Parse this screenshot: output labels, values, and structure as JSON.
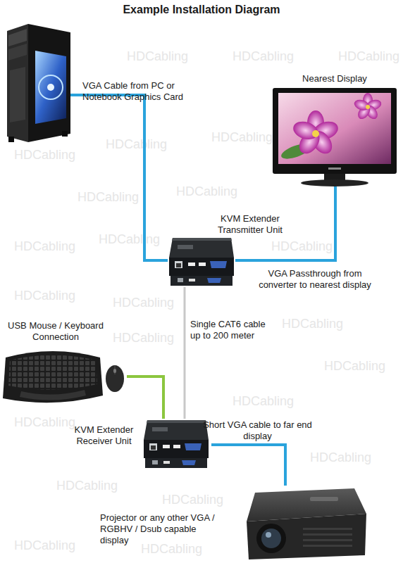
{
  "diagram": {
    "title": "Example Installation Diagram",
    "nodes": [
      {
        "text": []
      },
      {
        "text": [
          "Nearest Display"
        ]
      },
      {
        "text": [
          "KVM Extender Transmitter Unit"
        ]
      },
      {
        "text": [
          "USB Mouse / Keyboard Connection"
        ]
      },
      {
        "text": [
          "KVM Extender Receiver Unit"
        ]
      },
      {
        "text": [
          "Projector or any other VGA / RGBHV / Dsub capable display"
        ]
      }
    ],
    "edges": [
      {
        "from": 0,
        "to": 2,
        "arrow": "none",
        "label": "VGA Cable from PC or Notebook Graphics Card"
      },
      {
        "from": 2,
        "to": 1,
        "arrow": "none",
        "label": "VGA Passthrough from converter to nearest display"
      },
      {
        "from": 2,
        "to": 4,
        "arrow": "none",
        "label": "Single CAT6 cable up to 200 meter"
      },
      {
        "from": 3,
        "to": 4,
        "arrow": "none"
      },
      {
        "from": 4,
        "to": 5,
        "arrow": "none",
        "label": "Short VGA cable to far end display"
      }
    ],
    "labels": [
      "HDCabling",
      "HDCabling",
      "HDCabling",
      "HDCabling",
      "HDCabling",
      "HDCabling",
      "HDCabling",
      "HDCabling",
      "HDCabling",
      "HDCabling",
      "HDCabling",
      "HDCabling",
      "HDCabling",
      "HDCabling",
      "HDCabling",
      "HDCabling",
      "HDCabling",
      "HDCabling",
      "HDCabling",
      "HDCabling",
      "HDCabling",
      "HDCabling",
      "HDCabling"
    ]
  }
}
